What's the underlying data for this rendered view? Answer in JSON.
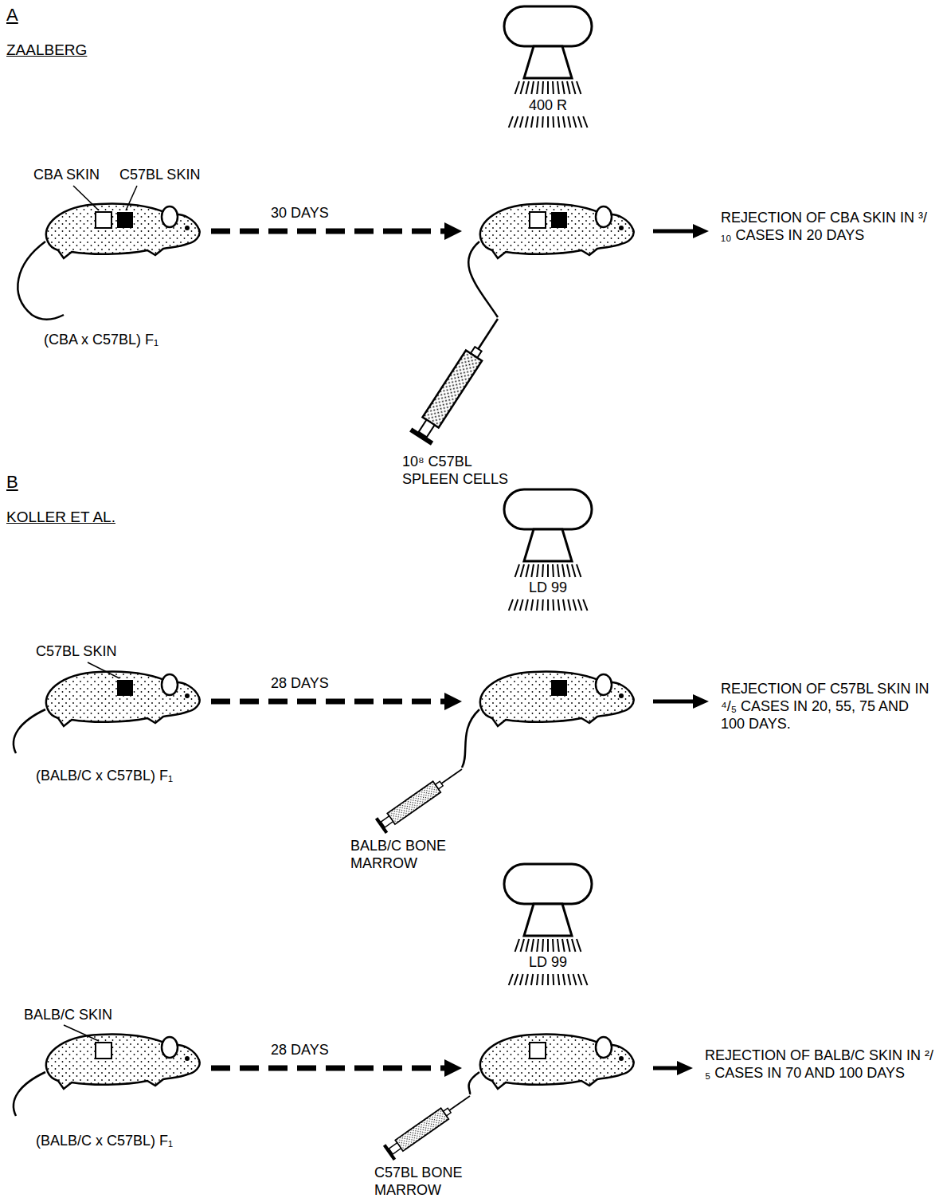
{
  "diagram": {
    "labels": [
      "A",
      "ZAALBERG",
      "400 R",
      "CBA SKIN",
      "C57BL SKIN",
      "30 DAYS",
      "REJECTION OF CBA SKIN IN ³/₁₀ CASES IN 20 DAYS",
      "(CBA x C57BL) F₁",
      "10⁸ C57BL SPLEEN CELLS",
      "B",
      "KOLLER ET AL.",
      "LD 99",
      "C57BL SKIN",
      "28 DAYS",
      "REJECTION OF C57BL SKIN IN ⁴/₅ CASES IN 20, 55, 75 AND 100 DAYS.",
      "(BALB/C x C57BL) F₁",
      "BALB/C BONE MARROW",
      "LD 99",
      "BALB/C SKIN",
      "28 DAYS",
      "REJECTION OF BALB/C SKIN IN ²/₅ CASES IN 70 AND 100 DAYS",
      "(BALB/C x C57BL) F₁",
      "C57BL BONE MARROW"
    ]
  }
}
